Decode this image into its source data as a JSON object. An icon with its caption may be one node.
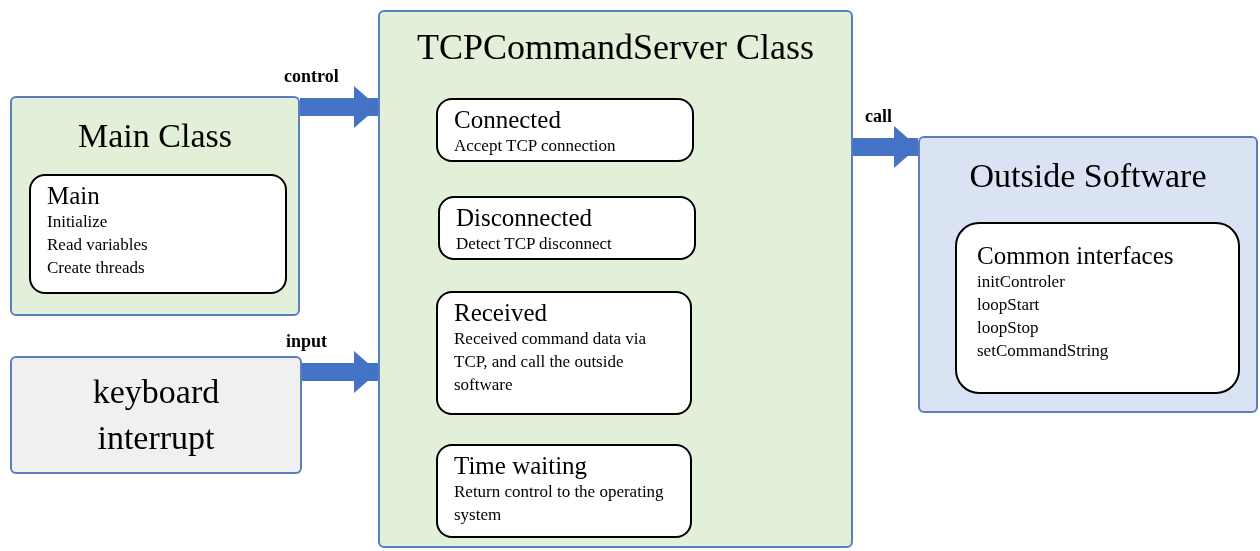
{
  "diagram": {
    "nodes": [
      {
        "text": [
          "Main Class"
        ]
      },
      {
        "text": [
          "Main",
          "Initialize",
          "Read variables",
          "Create threads"
        ],
        "in": 0
      },
      {
        "text": [
          "keyboard interrupt"
        ]
      },
      {
        "text": [
          "TCPCommandServer Class"
        ]
      },
      {
        "text": [
          "Connected",
          "Accept TCP connection"
        ],
        "in": 3
      },
      {
        "text": [
          "Disconnected",
          "Detect TCP disconnect"
        ],
        "in": 3
      },
      {
        "text": [
          "Received",
          "Received command data via TCP, and call the outside software"
        ],
        "in": 3
      },
      {
        "text": [
          "Time waiting",
          "Return control to the operating system"
        ],
        "in": 3
      },
      {
        "text": [
          "Outside Software"
        ]
      },
      {
        "text": [
          "Common interfaces",
          "initControler",
          "loopStart",
          "loopStop",
          "setCommandString"
        ],
        "in": 8
      }
    ],
    "edges": [
      {
        "from": 0,
        "to": 3,
        "arrow": "to",
        "label": "control"
      },
      {
        "from": 2,
        "to": 3,
        "arrow": "to",
        "label": "input"
      },
      {
        "from": 3,
        "to": 8,
        "arrow": "to",
        "label": "call"
      }
    ]
  }
}
